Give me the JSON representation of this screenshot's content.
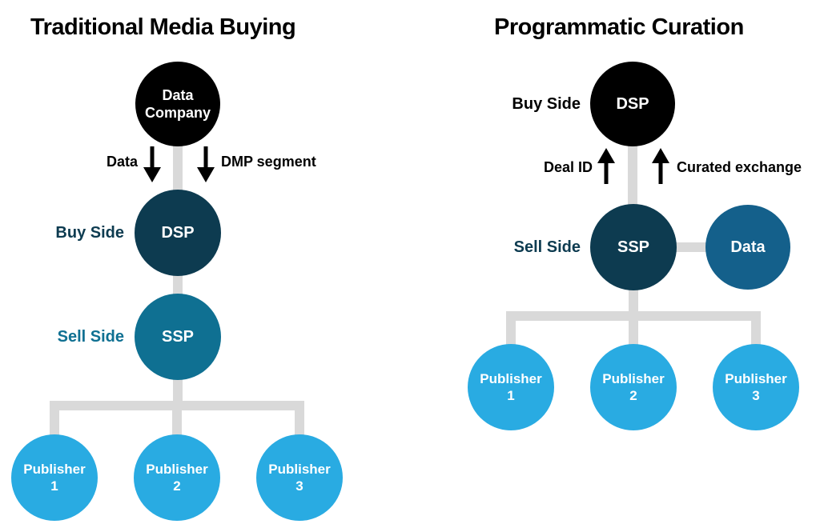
{
  "left_diagram": {
    "title": "Traditional Media Buying",
    "top_node": "Data\nCompany",
    "flow_labels": {
      "left": "Data",
      "right": "DMP segment"
    },
    "buy_side_label": "Buy Side",
    "dsp_node": "DSP",
    "sell_side_label": "Sell Side",
    "ssp_node": "SSP",
    "publishers": [
      "Publisher\n1",
      "Publisher\n2",
      "Publisher\n3"
    ]
  },
  "right_diagram": {
    "title": "Programmatic Curation",
    "buy_side_label": "Buy Side",
    "dsp_node": "DSP",
    "flow_labels": {
      "left": "Deal ID",
      "right": "Curated exchange"
    },
    "sell_side_label": "Sell Side",
    "ssp_node": "SSP",
    "data_node": "Data",
    "publishers": [
      "Publisher\n1",
      "Publisher\n2",
      "Publisher\n3"
    ]
  },
  "colors": {
    "node_black": "#000000",
    "node_dark_navy": "#0d3b50",
    "node_teal": "#0f7092",
    "node_medium_blue": "#14608b",
    "node_light_blue": "#29abe2",
    "connector_gray": "#d9d9d9",
    "node_text": "#ffffff",
    "arrow_black": "#000000"
  }
}
